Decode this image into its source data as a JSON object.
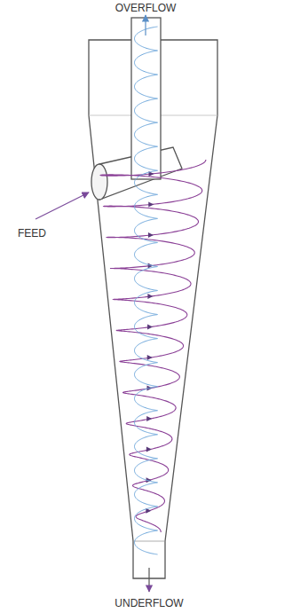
{
  "diagram": {
    "labels": [
      "OVERFLOW",
      "FEED",
      "UNDERFLOW"
    ]
  }
}
